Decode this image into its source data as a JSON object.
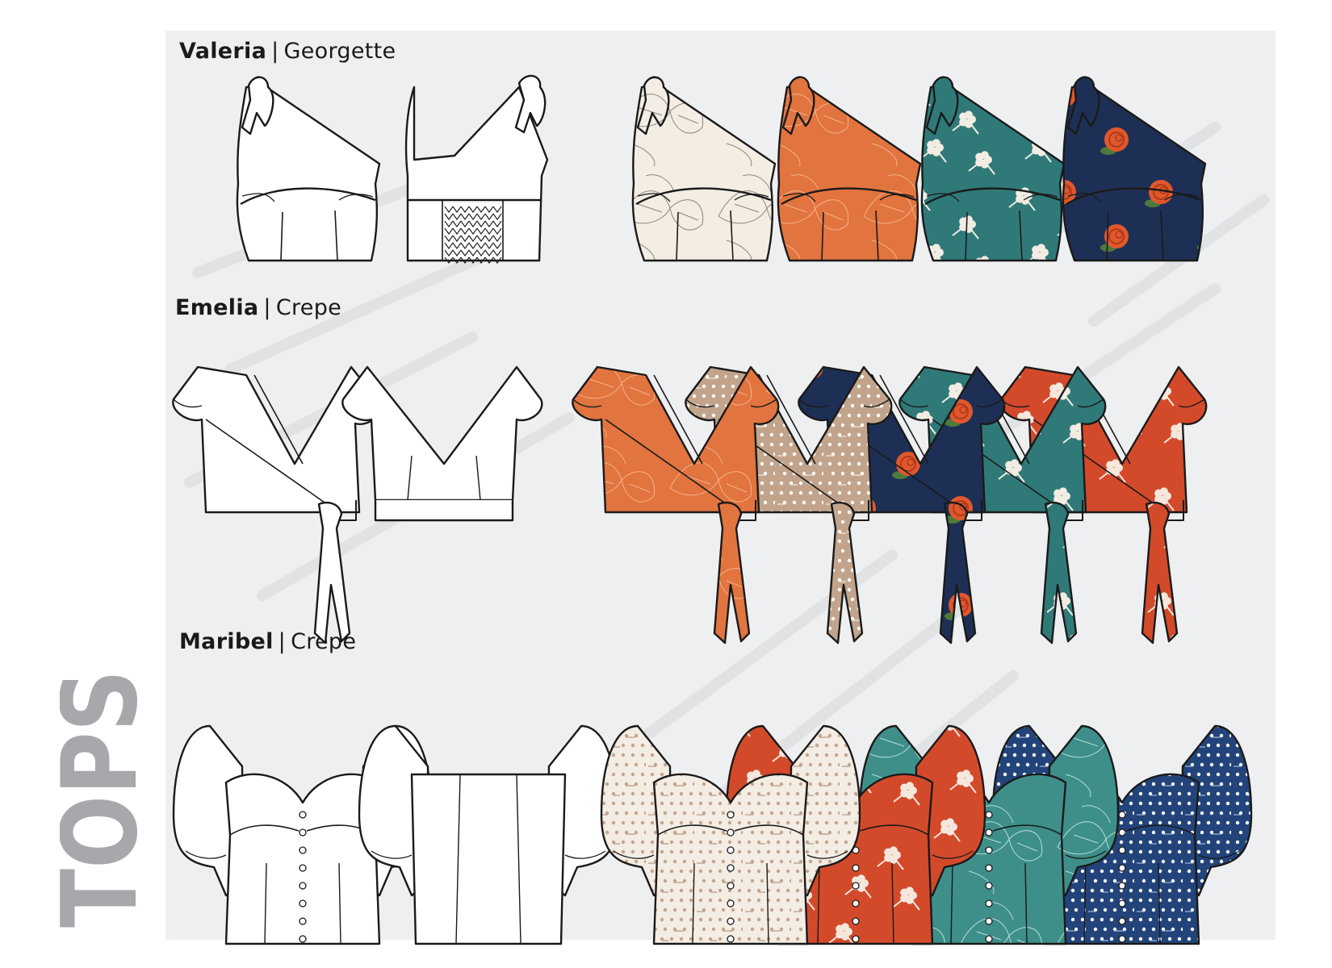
{
  "section_title": "TOPS",
  "colors": {
    "panel_background": "#eeeff0",
    "title_gray": "#a8a8ac",
    "outline": "#1a1a1a",
    "cream": "#f3ede4",
    "orange": "#e2743f",
    "teal": "#2f7a78",
    "navy": "#1e2f55",
    "taupe": "#c2a48c",
    "red_orange": "#d34a2b",
    "denim_blue": "#23447a",
    "seafoam": "#3e8f8a"
  },
  "styles": [
    {
      "name": "Valeria",
      "separator": "|",
      "fabric": "Georgette",
      "flats": [
        "front-white",
        "back-white-smocked"
      ],
      "colorways": [
        {
          "print": "cream-floral-outline",
          "base": "#f3ede4"
        },
        {
          "print": "orange-floral-outline",
          "base": "#e2743f"
        },
        {
          "print": "teal-white-blossom",
          "base": "#2f7a78"
        },
        {
          "print": "navy-orange-rose",
          "base": "#1e2f55"
        }
      ]
    },
    {
      "name": "Emelia",
      "separator": "|",
      "fabric": "Crepe",
      "flats": [
        "front-white-tie",
        "back-white"
      ],
      "colorways": [
        {
          "print": "orange-floral-outline",
          "base": "#e2743f"
        },
        {
          "print": "taupe-dots",
          "base": "#c2a48c"
        },
        {
          "print": "navy-orange-rose",
          "base": "#1e2f55"
        },
        {
          "print": "teal-white-blossom",
          "base": "#2f7a78"
        },
        {
          "print": "red-white-blossom",
          "base": "#d34a2b"
        }
      ]
    },
    {
      "name": "Maribel",
      "separator": "|",
      "fabric": "Crepe",
      "flats": [
        "front-white-buttoned",
        "back-white"
      ],
      "colorways": [
        {
          "print": "cream-dots",
          "base": "#f3ede4"
        },
        {
          "print": "red-white-blossom",
          "base": "#d34a2b"
        },
        {
          "print": "seafoam-floral-outline",
          "base": "#3e8f8a"
        },
        {
          "print": "denim-dots",
          "base": "#23447a"
        }
      ]
    }
  ]
}
